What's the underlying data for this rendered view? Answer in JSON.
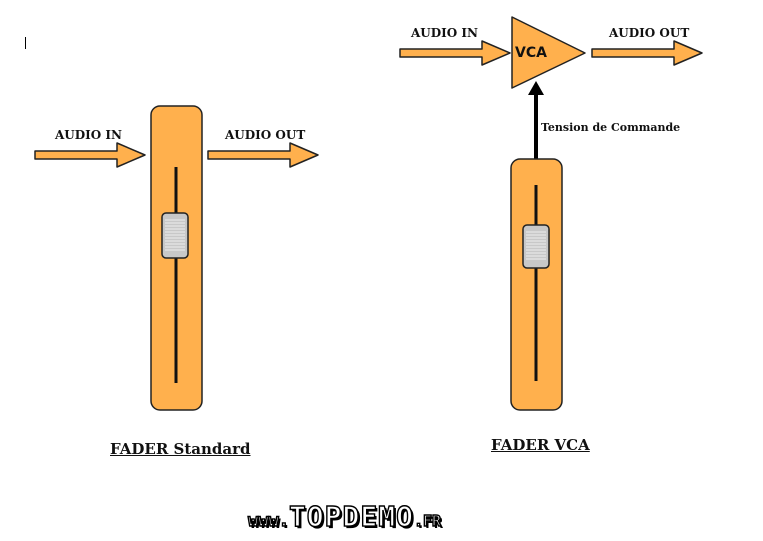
{
  "standard": {
    "audio_in": "AUDIO IN",
    "audio_out": "AUDIO OUT",
    "caption": "FADER Standard"
  },
  "vca": {
    "audio_in": "AUDIO IN",
    "audio_out": "AUDIO OUT",
    "box_label": "VCA",
    "control_label": "Tension de Commande",
    "caption": "FADER VCA"
  },
  "logo": {
    "prefix": "www.",
    "name": "TOPDEMO",
    "suffix": ".FR"
  },
  "colors": {
    "fill": "#FFB04D",
    "stroke": "#222222",
    "knob": "#C8C8C8"
  }
}
